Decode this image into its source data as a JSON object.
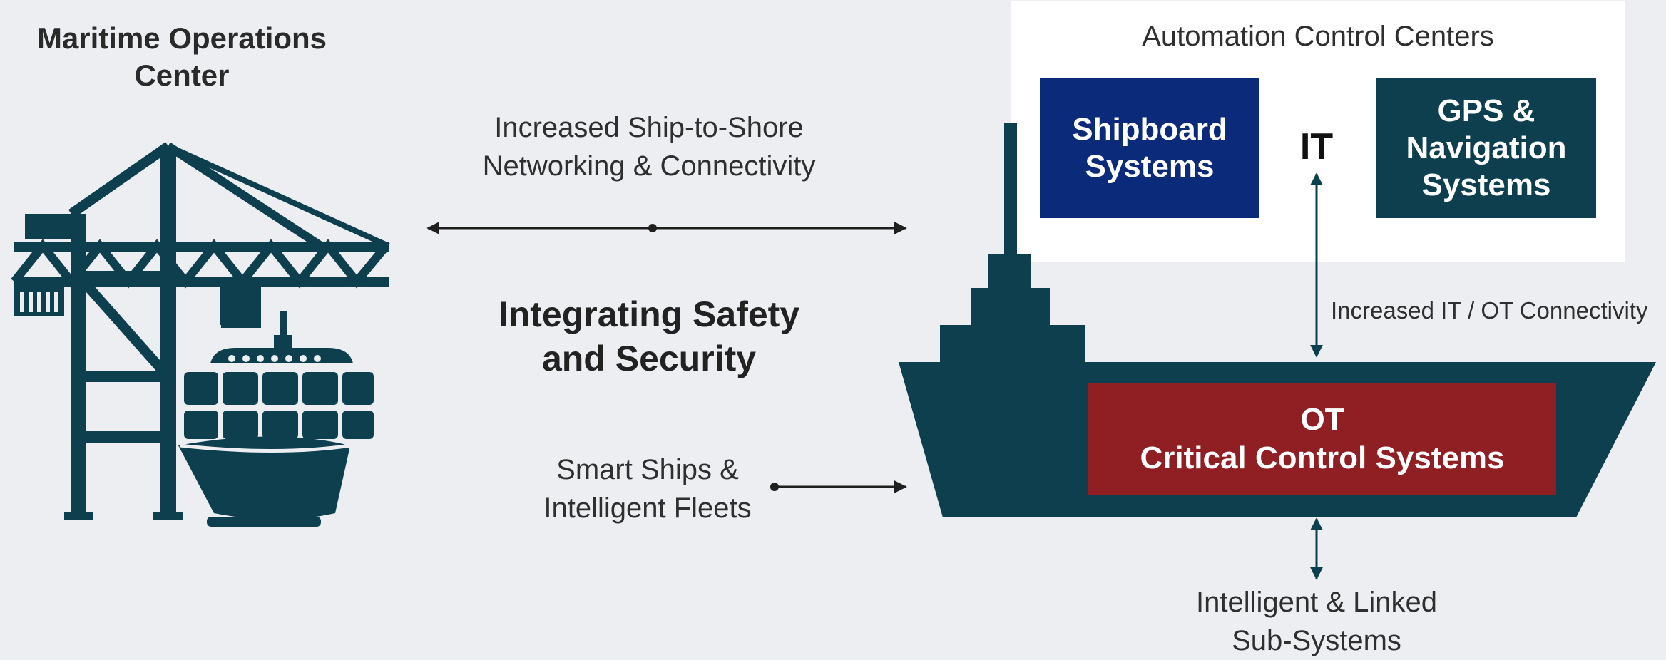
{
  "left": {
    "title_line1": "Maritime Operations",
    "title_line2": "Center"
  },
  "middle": {
    "networking_line1": "Increased Ship-to-Shore",
    "networking_line2": "Networking & Connectivity",
    "integrating_line1": "Integrating Safety",
    "integrating_line2": "and Security",
    "smart_line1": "Smart Ships &",
    "smart_line2": "Intelligent Fleets"
  },
  "automation": {
    "title": "Automation Control Centers",
    "shipboard_line1": "Shipboard",
    "shipboard_line2": "Systems",
    "it_label": "IT",
    "gps_line1": "GPS &",
    "gps_line2": "Navigation",
    "gps_line3": "Systems"
  },
  "ship": {
    "connectivity_label": "Increased IT / OT Connectivity",
    "ot_line1": "OT",
    "ot_line2": "Critical Control Systems",
    "subsystems_line1": "Intelligent & Linked",
    "subsystems_line2": "Sub-Systems"
  },
  "colors": {
    "background": "#eceef2",
    "dark_teal": "#0d3f4f",
    "navy": "#0b2a7a",
    "ot_red": "#8f1f22",
    "panel": "#ffffff"
  },
  "icons": [
    "port-crane-icon",
    "container-ship-icon",
    "cargo-ship-icon"
  ]
}
